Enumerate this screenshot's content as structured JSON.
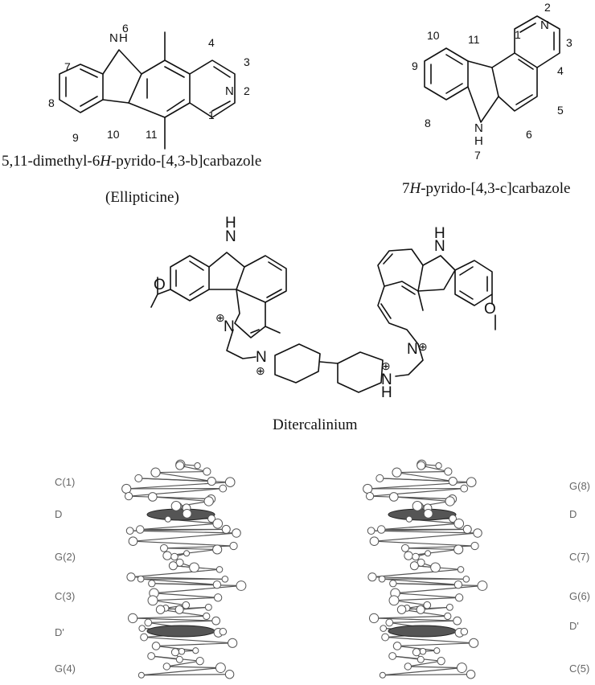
{
  "ellipticine": {
    "atoms": {
      "N6": "N",
      "H6": "H",
      "N2": "N"
    },
    "numbers": [
      "1",
      "2",
      "3",
      "4",
      "6",
      "7",
      "8",
      "9",
      "10",
      "11"
    ],
    "name_parts": [
      "5,11-dimethyl-6",
      "H",
      "-pyrido-[4,3-b]carbazole"
    ],
    "common_name": "(Ellipticine)"
  },
  "pyridocarbazole": {
    "atoms": {
      "N2": "N",
      "N7": "N",
      "H7": "H"
    },
    "numbers": [
      "1",
      "2",
      "3",
      "4",
      "5",
      "6",
      "7",
      "8",
      "9",
      "10",
      "11"
    ],
    "name_parts": [
      "7",
      "H",
      "-pyrido-[4,3-c]carbazole"
    ]
  },
  "ditercalinium": {
    "name": "Ditercalinium",
    "atoms": {
      "N": "N",
      "H": "H",
      "O": "O"
    },
    "charge_symbol": "⊕"
  },
  "structure_labels": {
    "left": [
      "C(1)",
      "D",
      "G(2)",
      "C(3)",
      "D'",
      "G(4)"
    ],
    "right": [
      "G(8)",
      "D",
      "C(7)",
      "G(6)",
      "D'",
      "C(5)"
    ]
  }
}
